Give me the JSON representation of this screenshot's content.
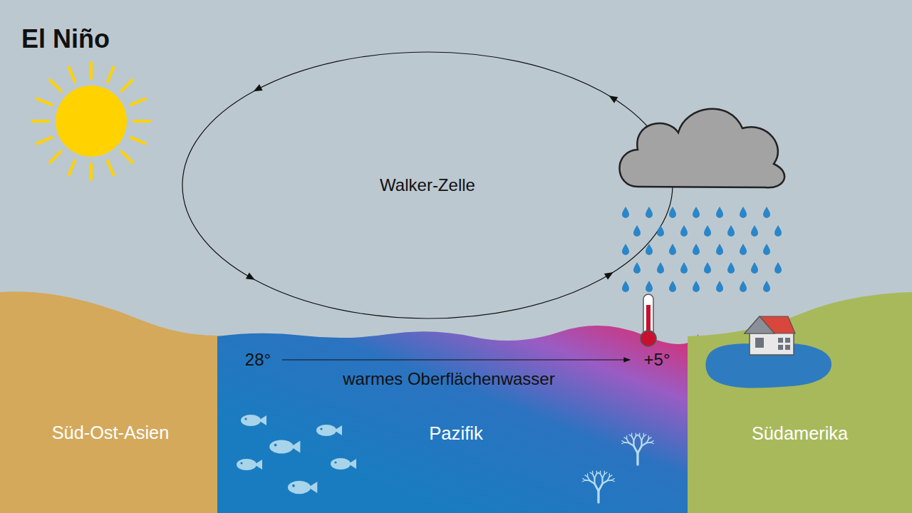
{
  "diagram": {
    "title": "El Niño",
    "nodes": [
      {
        "text": [
          "Walker-Zelle"
        ]
      },
      {
        "text": [
          "Süd-Ost-Asien"
        ]
      },
      {
        "text": [
          "Pazifik"
        ]
      },
      {
        "text": [
          "Südamerika"
        ]
      }
    ],
    "labels": [
      "28°",
      "warmes Oberflächenwasser",
      "+5°"
    ]
  }
}
